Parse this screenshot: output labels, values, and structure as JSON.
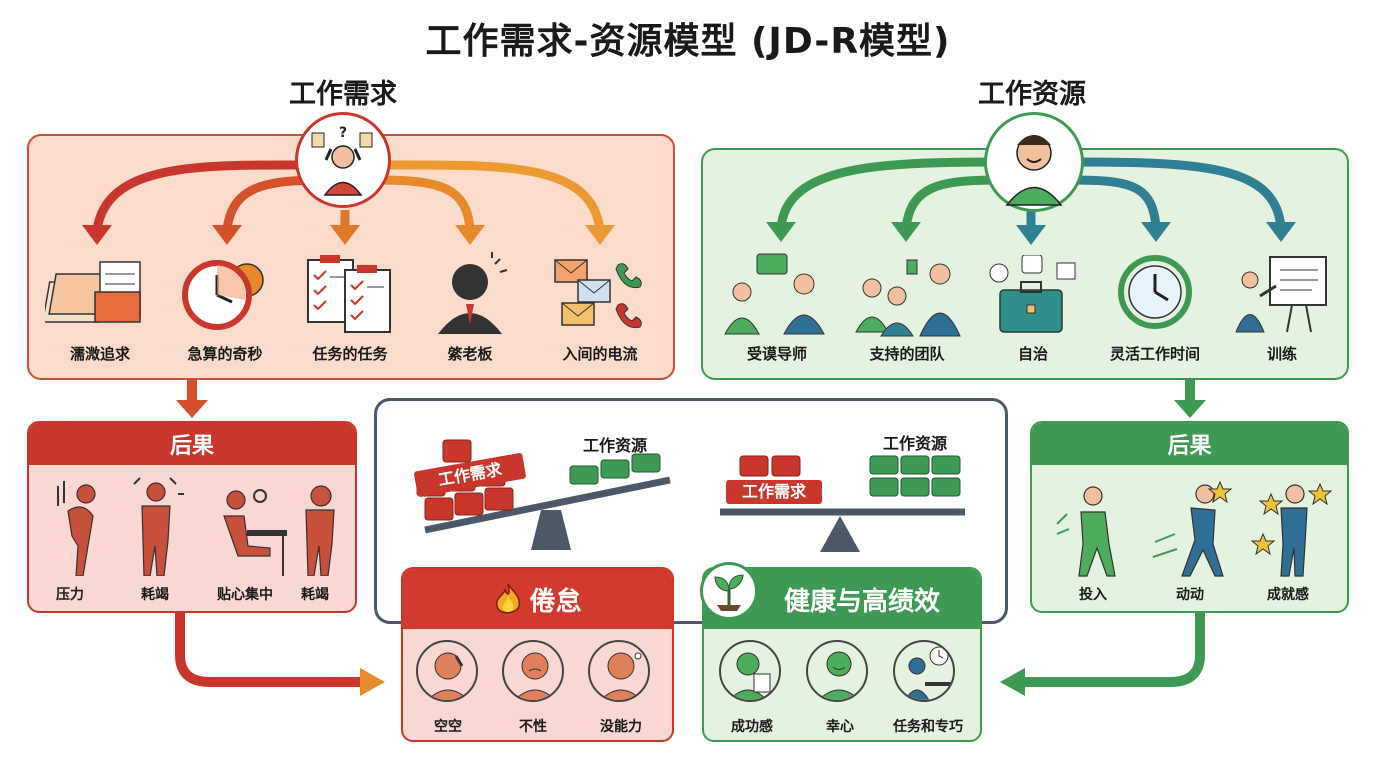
{
  "title": "工作需求-资源模型 (JD-R模型)",
  "demands": {
    "heading": "工作需求",
    "items": [
      "濡溦追求",
      "急算的奇秒",
      "任务的任务",
      "綮老板",
      "入间的电流"
    ]
  },
  "resources": {
    "heading": "工作资源",
    "items": [
      "受谟导师",
      "支持的团队",
      "自治",
      "灵活工作时间",
      "训练"
    ]
  },
  "left_consequences": {
    "heading": "后果",
    "items": [
      "压力",
      "耗竭",
      "贴心集中",
      "耗竭"
    ]
  },
  "right_consequences": {
    "heading": "后果",
    "items": [
      "投入",
      "动动",
      "成就感"
    ]
  },
  "balance": {
    "left_demands_label": "工作需求",
    "left_resources_label": "工作资源",
    "right_demands_label": "工作需求",
    "right_resources_label": "工作资源"
  },
  "burnout": {
    "heading": "倦怠",
    "items": [
      "空空",
      "不性",
      "没能力"
    ]
  },
  "wellbeing": {
    "heading": "健康与高绩效",
    "items": [
      "成功感",
      "幸心",
      "任务和专巧"
    ]
  },
  "colors": {
    "demand_red": "#c9372c",
    "demand_orange": "#e88a2a",
    "resource_green": "#3e9a52",
    "resource_teal": "#2f7f95",
    "panel_demand_bg": "#fbdccb",
    "panel_resource_bg": "#e3f3df"
  }
}
